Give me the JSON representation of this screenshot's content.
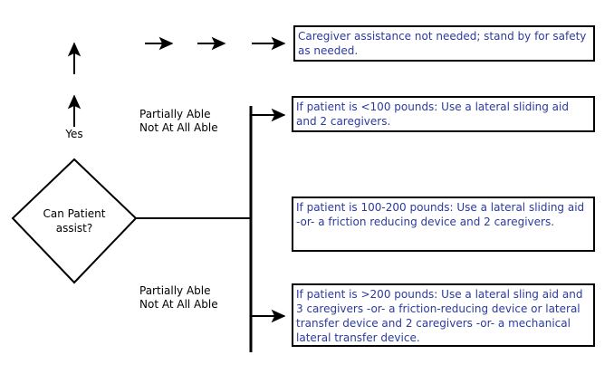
{
  "diagram": {
    "colors": {
      "background": "#ffffff",
      "line": "#000000",
      "box_border": "#000000",
      "box_text": "#2b3a9e",
      "label_text": "#000000"
    },
    "decision": {
      "question": "Can Patient assist?"
    },
    "labels": {
      "yes": "Yes",
      "partially_able_top": "Partially Able\nNot At All Able",
      "partially_able_bottom": "Partially Able\nNot At All Able"
    },
    "outcomes": [
      {
        "text": "Caregiver assistance not needed; stand by for safety as needed."
      },
      {
        "text": "If patient is <100 pounds: Use a lateral sliding aid and 2 caregivers."
      },
      {
        "text": "If patient is 100-200 pounds: Use a lateral sliding aid -or- a friction reducing device and 2 caregivers."
      },
      {
        "text": "If patient is >200 pounds: Use a lateral sling aid and 3 caregivers -or- a friction-reducing device or lateral transfer device and 2 caregivers -or- a mechanical lateral transfer device."
      }
    ]
  }
}
